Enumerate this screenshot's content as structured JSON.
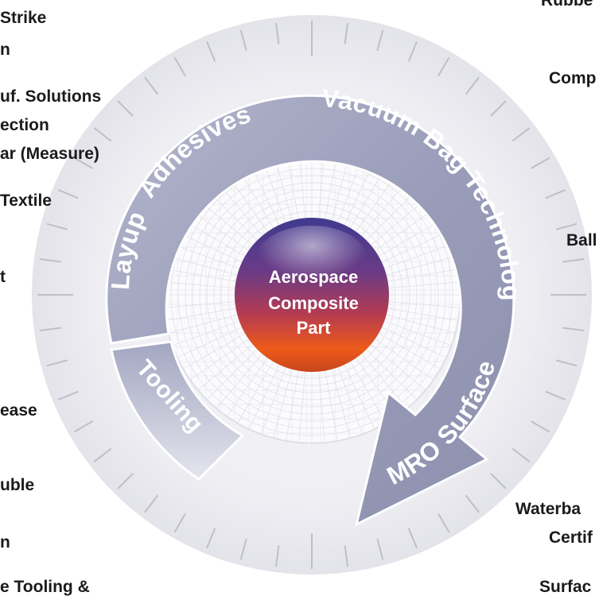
{
  "left_labels": [
    "Strike",
    "n",
    "uf. Solutions",
    "ection",
    "ar (Measure)",
    "Textile",
    "t",
    "ease",
    "uble",
    "n",
    "e Tooling &"
  ],
  "right_labels": [
    "Rubbe",
    "Comp",
    "Ball",
    "Waterba",
    "Certif",
    "Surfac"
  ],
  "arc_labels": {
    "layup": "Layup",
    "adhesives": "Adhesives",
    "vacuum_bag": "Vacuum Bag Technology",
    "mro_surface": "MRO Surface",
    "tooling": "Tooling"
  },
  "hub": {
    "line1": "Aerospace",
    "line2": "Composite",
    "line3": "Part"
  },
  "colors": {
    "outer_ring": "#e6e6ec",
    "arrow_band": "#9c9fbb",
    "arrow_band_light": "#c2c4d6",
    "hub_top": "#4b3d91",
    "hub_mid": "#a83a5a",
    "hub_bottom": "#f06a1c"
  }
}
